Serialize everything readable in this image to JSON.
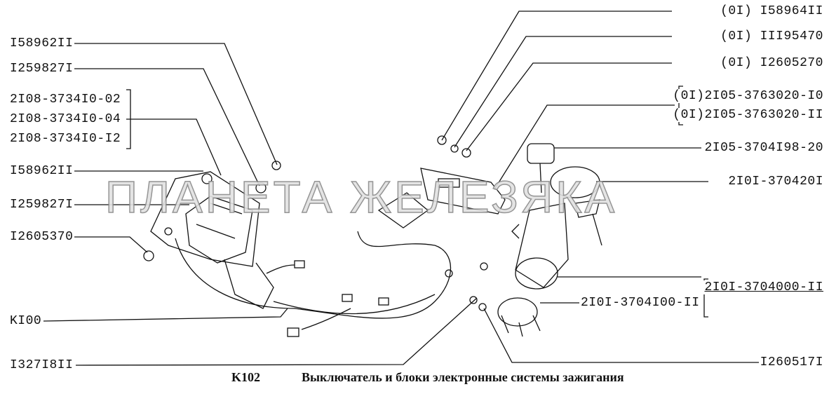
{
  "watermark": "ПЛАНЕТА ЖЕЛЕЗЯКА",
  "caption": {
    "code": "K102",
    "title": "Выключатель и блоки электронные системы зажигания"
  },
  "left_labels": [
    "I58962II",
    "I259827I",
    "2I08-3734I0-02",
    "2I08-3734I0-04",
    "2I08-3734I0-I2",
    "I58962II",
    "I259827I",
    "I2605370",
    "KI00",
    "I327I8II"
  ],
  "right_labels": [
    "(0I) I58964II",
    "(0I) III95470",
    "(0I) I2605270",
    "(0I)2I05-3763020-I0",
    "(0I)2I05-3763020-II",
    "2I05-3704I98-20",
    "2I0I-370420I",
    "2I0I-3704000-II",
    "2I0I-3704I00-II",
    "I260517I"
  ]
}
